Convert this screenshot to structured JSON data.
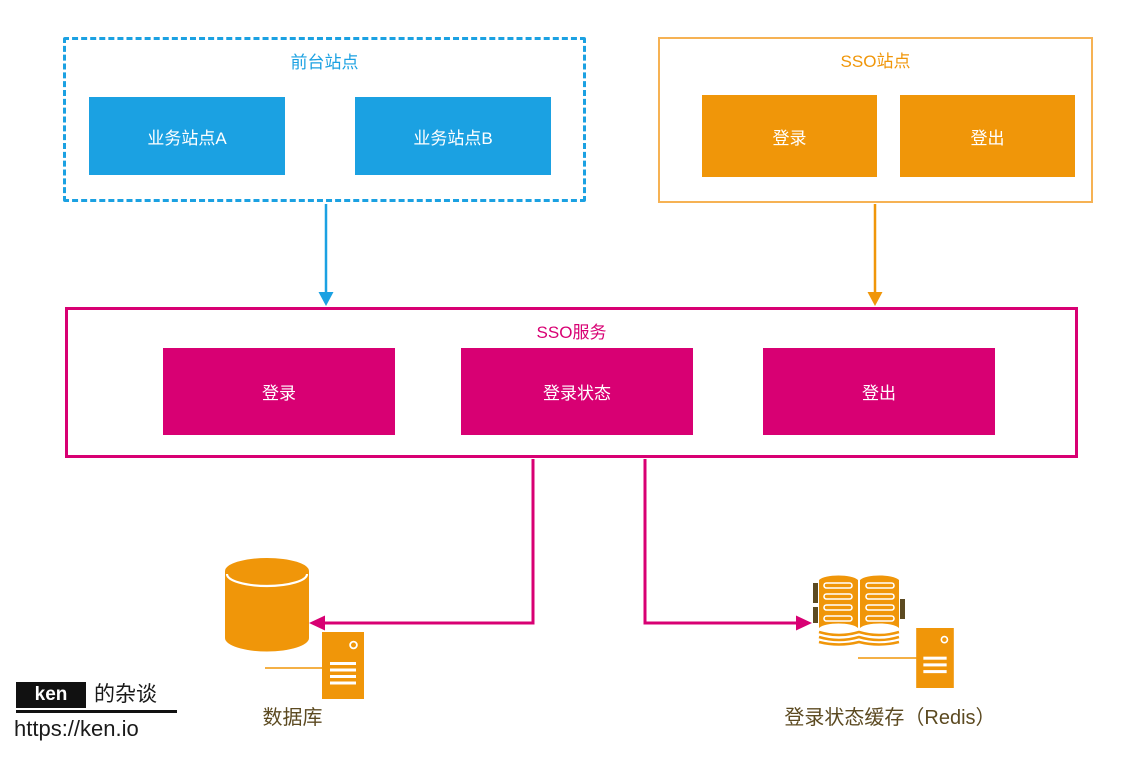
{
  "colors": {
    "blue": "#1BA1E2",
    "orange": "#F09609",
    "orange_border": "#F6B254",
    "magenta": "#D80073",
    "label": "#5C4A21",
    "ink": "#111111"
  },
  "groups": {
    "frontend": {
      "title": "前台站点",
      "items": [
        {
          "label": "业务站点A"
        },
        {
          "label": "业务站点B"
        }
      ]
    },
    "sso_site": {
      "title": "SSO站点",
      "items": [
        {
          "label": "登录"
        },
        {
          "label": "登出"
        }
      ]
    },
    "sso_service": {
      "title": "SSO服务",
      "items": [
        {
          "label": "登录"
        },
        {
          "label": "登录状态"
        },
        {
          "label": "登出"
        }
      ]
    }
  },
  "stores": {
    "database": {
      "label": "数据库"
    },
    "redis": {
      "label": "登录状态缓存（Redis）"
    }
  },
  "branding": {
    "logo": "ken",
    "logo_suffix": "的杂谈",
    "url": "https://ken.io"
  }
}
